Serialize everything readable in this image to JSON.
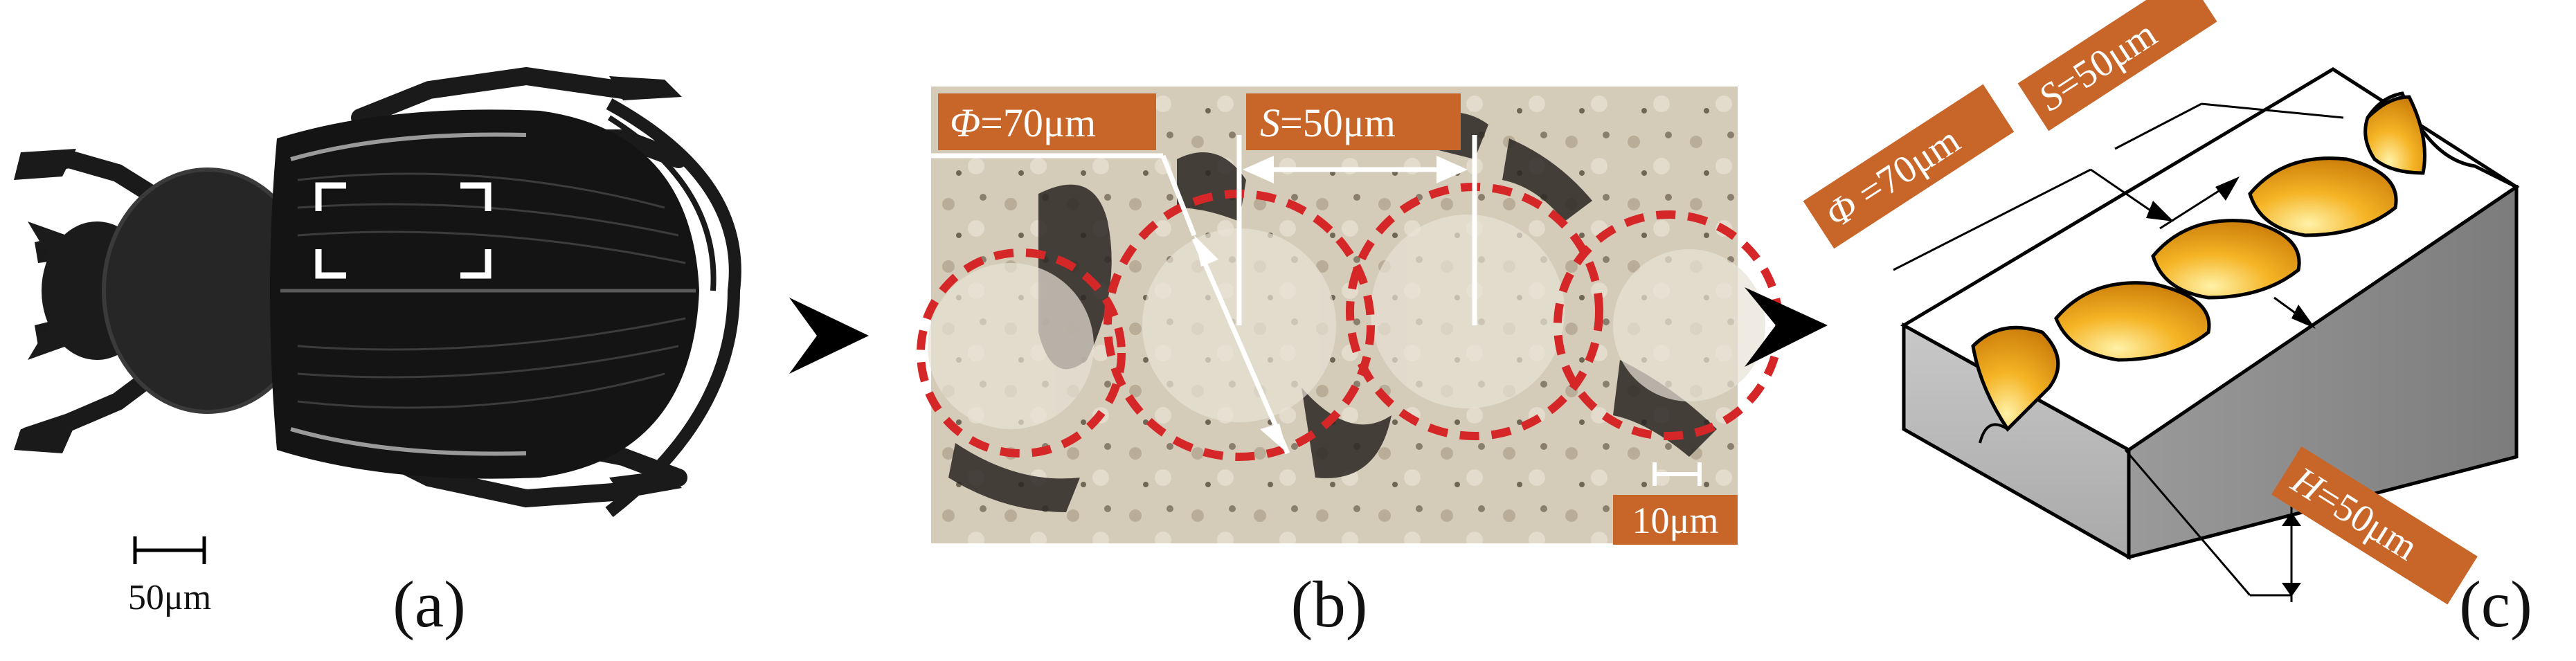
{
  "panel_a": {
    "caption": "(a)",
    "scale_label": "50μm"
  },
  "panel_b": {
    "caption": "(b)",
    "phi_label": {
      "sym": "Φ",
      "rest": "=70μm"
    },
    "s_label": {
      "sym": "S",
      "rest": "=50μm"
    },
    "scale_label": "10μm"
  },
  "panel_c": {
    "caption": "(c)",
    "phi_label": {
      "sym": "Φ",
      "rest": " =70μm"
    },
    "s_label": {
      "sym": "S",
      "rest": "=50μm"
    },
    "h_label": {
      "sym": "H",
      "rest": "=50μm"
    }
  },
  "colors": {
    "tag_fill": "#c8662a",
    "dashed_circle": "#d62728",
    "arrow": "#000000",
    "dimple_fill": "#f0a81a",
    "block_top": "#ffffff",
    "block_side": "#8f8f8f"
  },
  "icons": [
    "beetle-image",
    "right-arrow-icon",
    "micrograph-image",
    "groove-block-model"
  ]
}
